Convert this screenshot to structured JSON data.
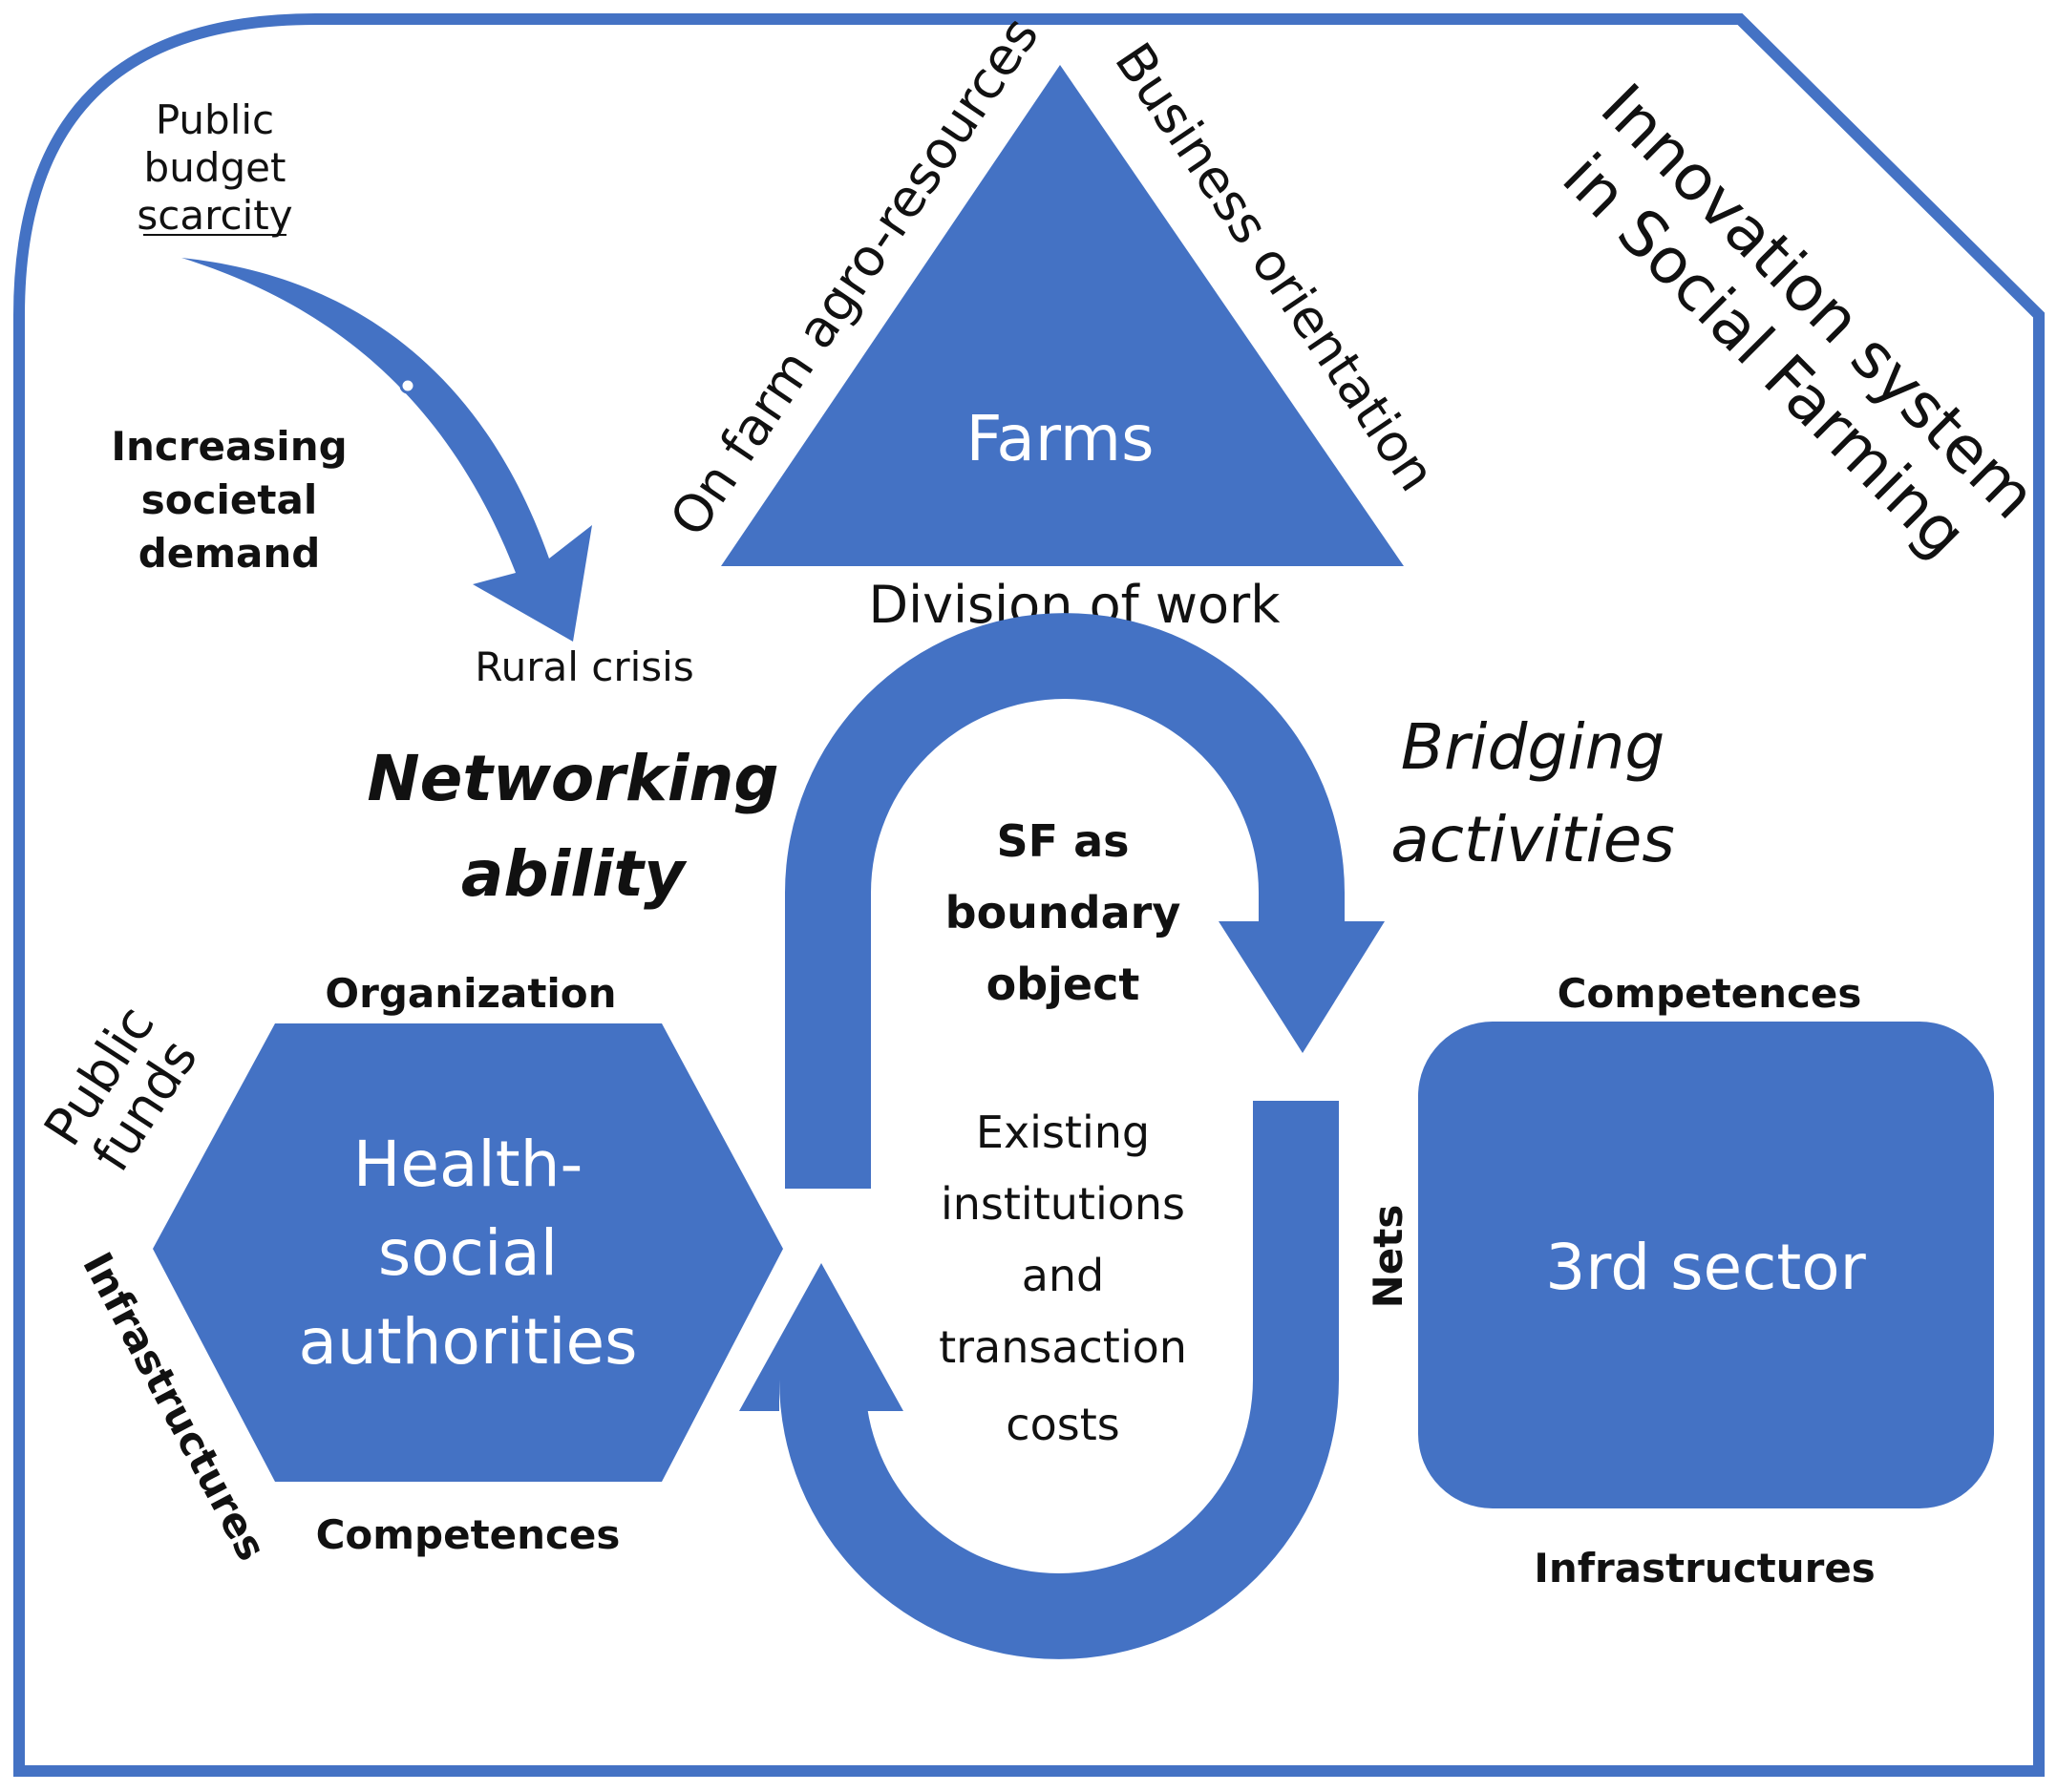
{
  "colors": {
    "primary": "#4472c4",
    "text": "#111111",
    "background": "#ffffff"
  },
  "system": {
    "title_line1": "Innovation system",
    "title_line2": "in Social Farming"
  },
  "drivers": {
    "budget_line1": "Public",
    "budget_line2": "budget",
    "budget_line3": "scarcity",
    "demand_line1": "Increasing",
    "demand_line2": "societal",
    "demand_line3": "demand",
    "rural_crisis": "Rural crisis"
  },
  "farms": {
    "label": "Farms",
    "left_side": "On farm agro-resources",
    "right_side": "Business orientation",
    "base": "Division of work"
  },
  "center": {
    "networking_line1": "Networking",
    "networking_line2": "ability",
    "bridging_line1": "Bridging",
    "bridging_line2": "activities",
    "boundary_line1": "SF as",
    "boundary_line2": "boundary",
    "boundary_line3": "object",
    "institutions_line1": "Existing",
    "institutions_line2": "institutions",
    "institutions_line3": "and",
    "institutions_line4": "transaction",
    "institutions_line5": "costs"
  },
  "authorities": {
    "label_line1": "Health-",
    "label_line2": "social",
    "label_line3": "authorities",
    "top": "Organization",
    "bottom": "Competences",
    "left_upper_line1": "Public",
    "left_upper_line2": "funds",
    "left_lower": "Infrastructures"
  },
  "third_sector": {
    "label": "3rd sector",
    "top": "Competences",
    "bottom": "Infrastructures",
    "left": "Nets"
  }
}
